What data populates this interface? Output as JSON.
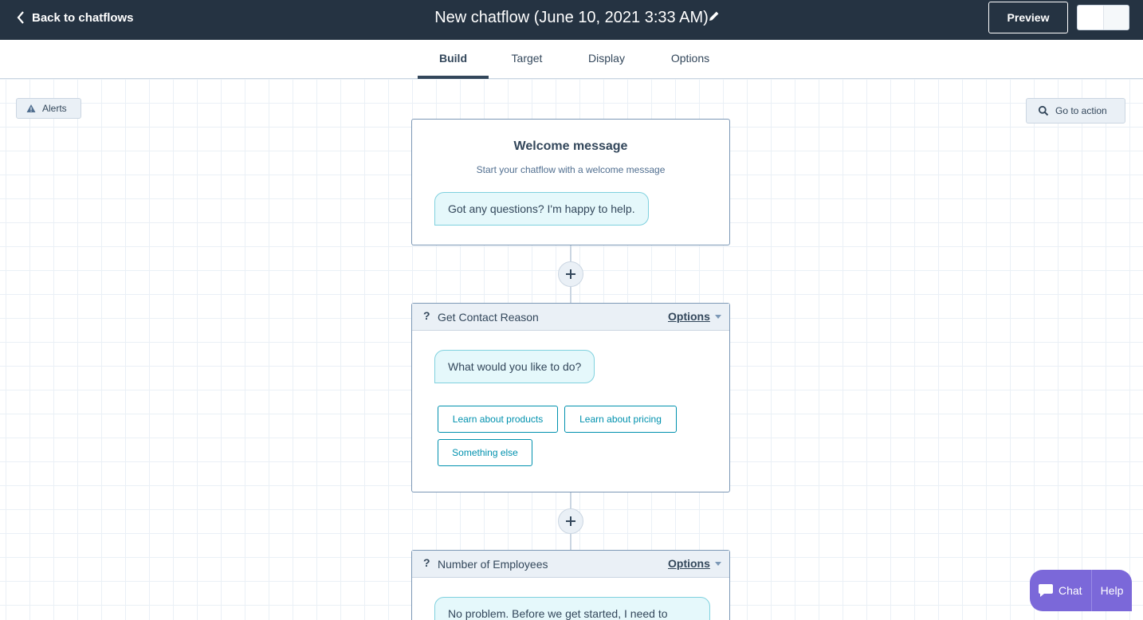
{
  "header": {
    "back_label": "Back to chatflows",
    "title": "New chatflow (June 10, 2021 3:33 AM)",
    "preview_label": "Preview"
  },
  "tabs": [
    {
      "label": "Build",
      "active": true
    },
    {
      "label": "Target",
      "active": false
    },
    {
      "label": "Display",
      "active": false
    },
    {
      "label": "Options",
      "active": false
    }
  ],
  "canvas": {
    "alerts_label": "Alerts",
    "goto_label": "Go to action"
  },
  "welcome": {
    "title": "Welcome message",
    "subtitle": "Start your chatflow with a welcome message",
    "message": "Got any questions? I'm happy to help."
  },
  "actions": [
    {
      "name": "Get Contact Reason",
      "options_label": "Options",
      "message": "What would you like to do?",
      "choices": [
        "Learn about products",
        "Learn about pricing",
        "Something else"
      ]
    },
    {
      "name": "Number of Employees",
      "options_label": "Options",
      "message": "No problem. Before we get started, I need to"
    }
  ],
  "chat_widget": {
    "chat_label": "Chat",
    "help_label": "Help"
  },
  "colors": {
    "topbar": "#253342",
    "accent": "#0091ae",
    "bubble": "#e5f8fb",
    "chat_widget": "#7b68d9"
  }
}
